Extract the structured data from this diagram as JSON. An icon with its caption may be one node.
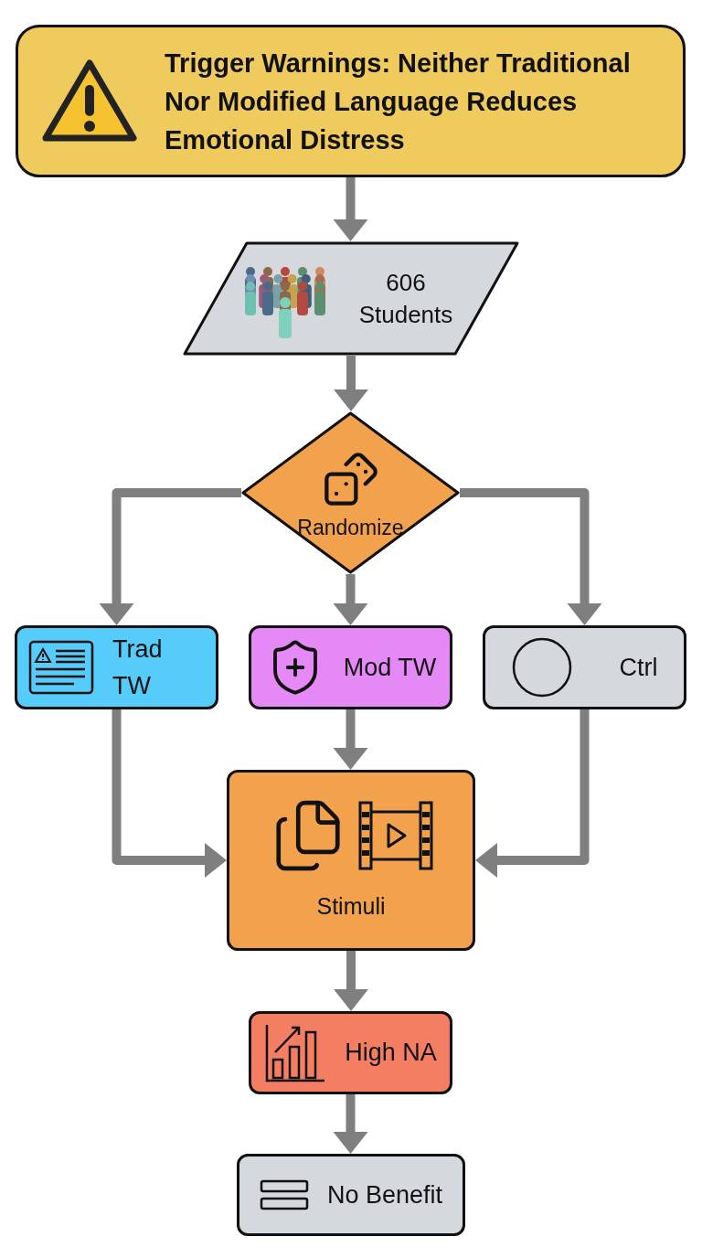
{
  "diagram": {
    "nodes": [
      {
        "text": [
          "Trigger Warnings: Neither Traditional Nor Modified Language Reduces Emotional Distress"
        ]
      },
      {
        "text": [
          "606 Students"
        ]
      },
      {
        "text": [
          "Randomize"
        ]
      },
      {
        "text": [
          "Trad TW"
        ]
      },
      {
        "text": [
          "Mod TW"
        ]
      },
      {
        "text": [
          "Ctrl"
        ]
      },
      {
        "text": [
          "Stimuli"
        ]
      },
      {
        "text": [
          "High NA"
        ]
      },
      {
        "text": [
          "No Benefit"
        ]
      }
    ],
    "edges": [
      {
        "from": 0,
        "to": 1,
        "arrow": "to"
      },
      {
        "from": 1,
        "to": 2,
        "arrow": "to"
      },
      {
        "from": 2,
        "to": 3,
        "arrow": "to"
      },
      {
        "from": 2,
        "to": 4,
        "arrow": "to"
      },
      {
        "from": 2,
        "to": 5,
        "arrow": "to"
      },
      {
        "from": 3,
        "to": 6,
        "arrow": "to"
      },
      {
        "from": 4,
        "to": 6,
        "arrow": "to"
      },
      {
        "from": 5,
        "to": 6,
        "arrow": "to"
      },
      {
        "from": 6,
        "to": 7,
        "arrow": "to"
      },
      {
        "from": 7,
        "to": 8,
        "arrow": "to"
      }
    ]
  }
}
